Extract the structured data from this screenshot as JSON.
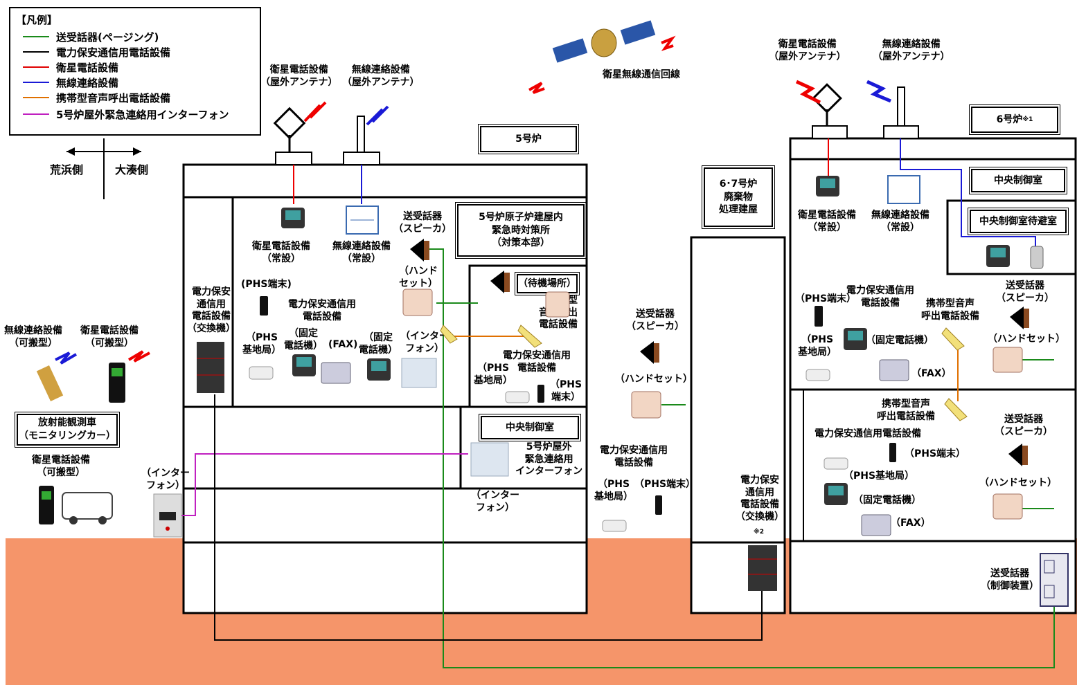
{
  "legend": {
    "title": "【凡例】",
    "items": [
      {
        "label": "送受話器(ページング)",
        "color": "#1a8a1a"
      },
      {
        "label": "電力保安通信用電話設備",
        "color": "#000000"
      },
      {
        "label": "衛星電話設備",
        "color": "#e00000"
      },
      {
        "label": "無線連絡設備",
        "color": "#1a1ad6"
      },
      {
        "label": "携帯型音声呼出電話設備",
        "color": "#e07000"
      },
      {
        "label": "5号炉屋外緊急連絡用インターフォン",
        "color": "#c020c0"
      }
    ]
  },
  "compass": {
    "left": "荒浜側",
    "right": "大湊側"
  },
  "satellite_label": "衛星無線通信回線",
  "unit5": {
    "title": "5号炉",
    "antenna_sat": "衛星電話設備\n（屋外アンテナ）",
    "antenna_radio": "無線連絡設備\n（屋外アンテナ）",
    "sat_phone_fixed": "衛星電話設備\n（常設）",
    "radio_fixed": "無線連絡設備\n（常設）",
    "pager_speaker": "送受話器\n（スピーカ）",
    "handset": "（ハンド\nセット）",
    "emergency_center": "5号炉原子炉建屋内\n緊急時対策所\n（対策本部）",
    "standby": "（待機場所）",
    "portable_voice": "携帯型\n音声呼出\n電話設備",
    "phs_terminal": "(PHS端末)",
    "power_phone": "電力保安通信用\n電話設備",
    "exchange": "電力保安\n通信用\n電話設備\n（交換機）",
    "phs_base": "（PHS\n基地局）",
    "fixed_phone": "（固定\n電話機）",
    "fax": "(FAX)",
    "fixed_phone2": "（固定\n電話機）",
    "interphone": "（インター\nフォン）",
    "standby_power": "電力保安通信用\n電話設備",
    "standby_phs_base": "（PHS\n基地局）",
    "standby_phs_term": "（PHS\n端末）",
    "central_control": "中央制御室",
    "outdoor_interphone": "5号炉屋外\n緊急連絡用\nインターフォン",
    "interphone2": "（インター\nフォン）",
    "outdoor_interphone_unit": "（インター\nフォン）"
  },
  "outside": {
    "radio_portable": "無線連絡設備\n（可搬型）",
    "sat_portable": "衛星電話設備\n（可搬型）",
    "monitoring_car": "放射能観測車\n（モニタリングカー）",
    "sat_portable_car": "衛星電話設備\n（可搬型）"
  },
  "waste": {
    "title": "6･7号炉\n廃棄物\n処理建屋",
    "pager_speaker": "送受話器\n（スピーカ）",
    "handset": "（ハンドセット）",
    "power_phone": "電力保安通信用\n電話設備",
    "phs_base": "（PHS\n基地局）",
    "phs_term": "（PHS端末）",
    "exchange": "電力保安\n通信用\n電話設備\n（交換機）",
    "note": "※2"
  },
  "unit6": {
    "title": "6号炉",
    "note": "※1",
    "antenna_sat": "衛星電話設備\n（屋外アンテナ）",
    "antenna_radio": "無線連絡設備\n（屋外アンテナ）",
    "central_control": "中央制御室",
    "cc_shelter": "中央制御室待避室",
    "sat_fixed": "衛星電話設備\n（常設）",
    "radio_fixed": "無線連絡設備\n（常設）",
    "phs_term": "（PHS端末）",
    "power_phone": "電力保安通信用\n電話設備",
    "portable_voice": "携帯型音声\n呼出電話設備",
    "pager_speaker": "送受話器\n（スピーカ）",
    "phs_base": "（PHS\n基地局）",
    "fixed_phone": "（固定電話機）",
    "fax": "（FAX）",
    "handset": "（ハンドセット）",
    "portable_voice2": "携帯型音声\n呼出電話設備",
    "power_phone2": "電力保安通信用電話設備",
    "pager_speaker2": "送受話器\n（スピーカ）",
    "phs_term2": "（PHS端末）",
    "phs_base2": "（PHS基地局）",
    "handset2": "（ハンドセット）",
    "fixed_phone2": "（固定電話機）",
    "fax2": "（FAX）",
    "pager_control": "送受話器\n（制御装置）"
  }
}
